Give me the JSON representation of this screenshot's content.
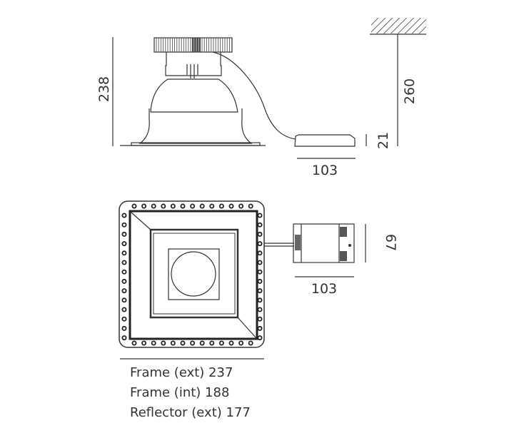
{
  "side_view": {
    "height_dim": "238",
    "recess_dim": "260",
    "driver_height_dim": "21",
    "driver_length_dim": "103"
  },
  "top_view": {
    "driver_length_dim": "103",
    "driver_width_dim": "67"
  },
  "legend": [
    "Frame (ext) 237",
    "Frame (int) 188",
    "Reflector (ext) 177"
  ]
}
